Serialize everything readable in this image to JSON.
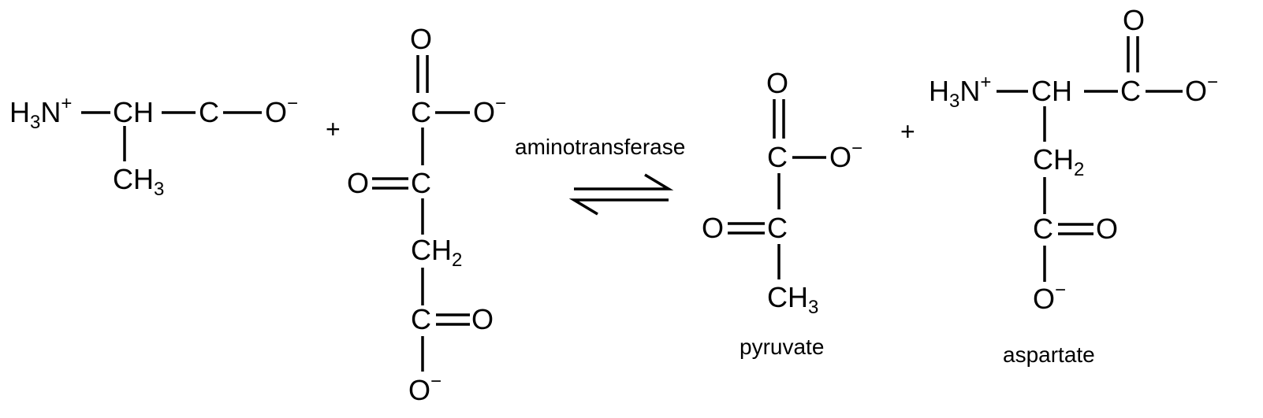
{
  "atoms": {
    "nitrogen": "N",
    "hydrogen": "H",
    "carbon": "C",
    "oxygen": "O",
    "ch": "CH",
    "ch2_base": "CH",
    "ch3_base": "CH"
  },
  "subscripts": {
    "three": "3",
    "two": "2"
  },
  "charges": {
    "plus": "+",
    "minus": "−"
  },
  "operators": {
    "plus_sign": "+"
  },
  "arrow": {
    "enzyme_label": "aminotransferase"
  },
  "labels": {
    "pyruvate": "pyruvate",
    "aspartate": "aspartate"
  }
}
